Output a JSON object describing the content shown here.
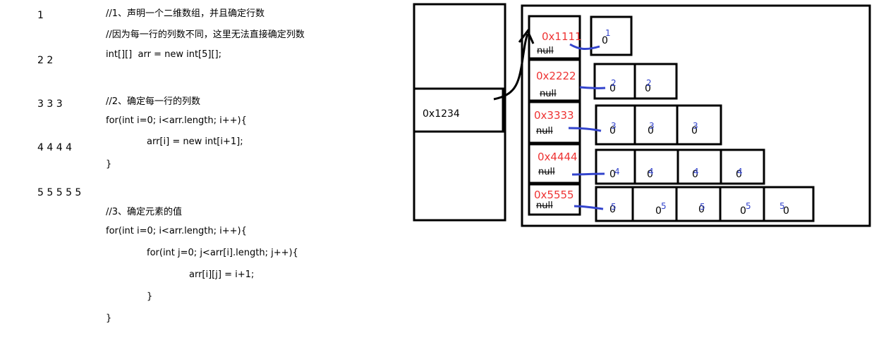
{
  "pattern": [
    "1",
    "2 2",
    "3 3 3",
    "4 4 4 4",
    "5 5 5 5 5"
  ],
  "code": [
    "//1、声明一个二维数组，并且确定行数",
    "//因为每一行的列数不同，这里无法直接确定列数",
    "int[][]  arr = new int[5][];",
    "//2、确定每一行的列数",
    "for(int i=0; i<arr.length; i++){",
    "arr[i] = new int[i+1];",
    "}",
    "//3、确定元素的值",
    "for(int i=0; i<arr.length; i++){",
    "for(int j=0; j<arr[i].length; j++){",
    "arr[i][j] = i+1;",
    "}",
    "}"
  ],
  "stack_value": "0x1234",
  "rows": [
    {
      "addr": "0x1111",
      "old": "null",
      "zero": "0",
      "num": "1"
    },
    {
      "addr": "0x2222",
      "old": "null",
      "zero": "0",
      "num": "2"
    },
    {
      "addr": "0x3333",
      "old": "null",
      "zero": "0",
      "num": "3"
    },
    {
      "addr": "0x4444",
      "old": "null",
      "zero": "0",
      "num": "4"
    },
    {
      "addr": "0x5555",
      "old": "null",
      "zero": "0",
      "num": "5"
    }
  ],
  "colors": {
    "address": "#ee3333",
    "annotation": "#3344cc"
  }
}
